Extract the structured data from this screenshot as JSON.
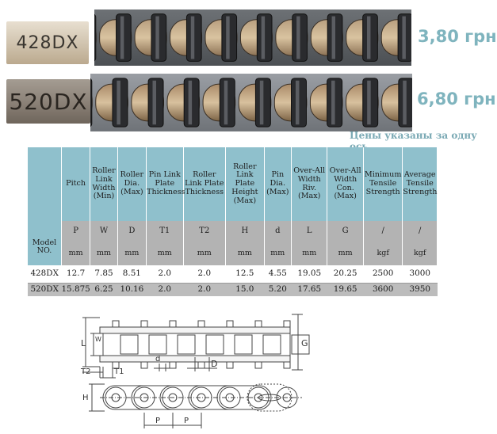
{
  "stamps": {
    "first": "428DX",
    "second": "520DX"
  },
  "prices": {
    "first": "3,80 грн",
    "second": "6,80 грн"
  },
  "note": "Цены указаны за одну ось",
  "table": {
    "columns": [
      {
        "title": "Model NO.",
        "sym": "",
        "unit": ""
      },
      {
        "title": "Pitch",
        "sym": "P",
        "unit": "mm"
      },
      {
        "title": "Roller Link Width (Min)",
        "sym": "W",
        "unit": "mm"
      },
      {
        "title": "Roller Dia. (Max)",
        "sym": "D",
        "unit": "mm"
      },
      {
        "title": "Pin Link Plate Thickness",
        "sym": "T1",
        "unit": "mm"
      },
      {
        "title": "Roller Link Plate Thickness",
        "sym": "T2",
        "unit": "mm"
      },
      {
        "title": "Roller Link Plate Height (Max)",
        "sym": "H",
        "unit": "mm"
      },
      {
        "title": "Pin Dia. (Max)",
        "sym": "d",
        "unit": "mm"
      },
      {
        "title": "Over-All Width Riv. (Max)",
        "sym": "L",
        "unit": "mm"
      },
      {
        "title": "Over-All Width Con. (Max)",
        "sym": "G",
        "unit": "mm"
      },
      {
        "title": "Minimum Tensile Strength",
        "sym": "/",
        "unit": "kgf"
      },
      {
        "title": "Average Tensile Strength",
        "sym": "/",
        "unit": "kgf"
      }
    ],
    "rows": [
      [
        "428DX",
        "12.7",
        "7.85",
        "8.51",
        "2.0",
        "2.0",
        "12.5",
        "4.55",
        "19.05",
        "20.25",
        "2500",
        "3000"
      ],
      [
        "520DX",
        "15.875",
        "6.25",
        "10.16",
        "2.0",
        "2.0",
        "15.0",
        "5.20",
        "17.65",
        "19.65",
        "3600",
        "3950"
      ]
    ]
  },
  "drawing_labels": {
    "L": "L",
    "W": "W",
    "G": "G",
    "T2": "T2",
    "T1": "T1",
    "d": "d",
    "D": "D",
    "H": "H",
    "P1": "P",
    "P2": "P"
  },
  "colors": {
    "price": "#7fb4be",
    "header_blue": "#8fc0cc",
    "header_gray": "#b3b3b3"
  }
}
